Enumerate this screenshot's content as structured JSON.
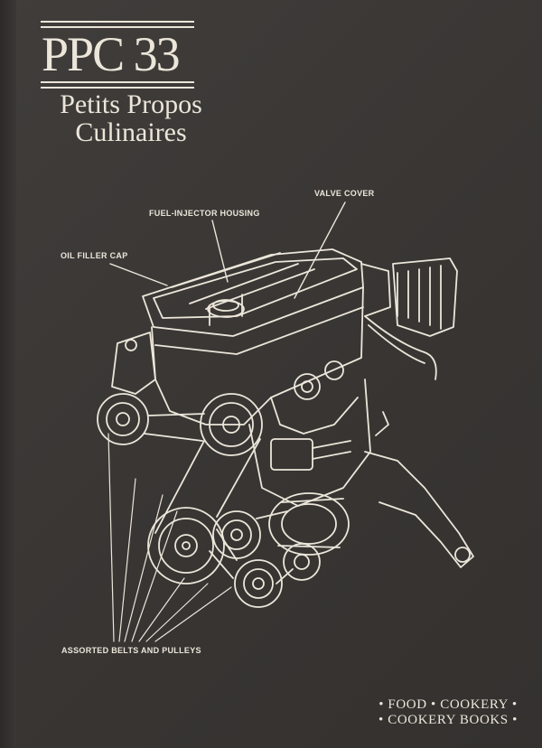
{
  "masthead": {
    "title": "PPC 33",
    "subtitle_line1": "Petits Propos",
    "subtitle_line2": "Culinaires"
  },
  "illustration": {
    "callouts": {
      "valve_cover": "VALVE COVER",
      "fuel_injector": "FUEL-INJECTOR HOUSING",
      "oil_filler": "OIL FILLER CAP",
      "belts": "ASSORTED BELTS AND PULLEYS"
    }
  },
  "footer": {
    "line1": "• FOOD • COOKERY •",
    "line2": "• COOKERY BOOKS •"
  },
  "colors": {
    "background": "#3a3735",
    "ink": "#ece6da"
  }
}
